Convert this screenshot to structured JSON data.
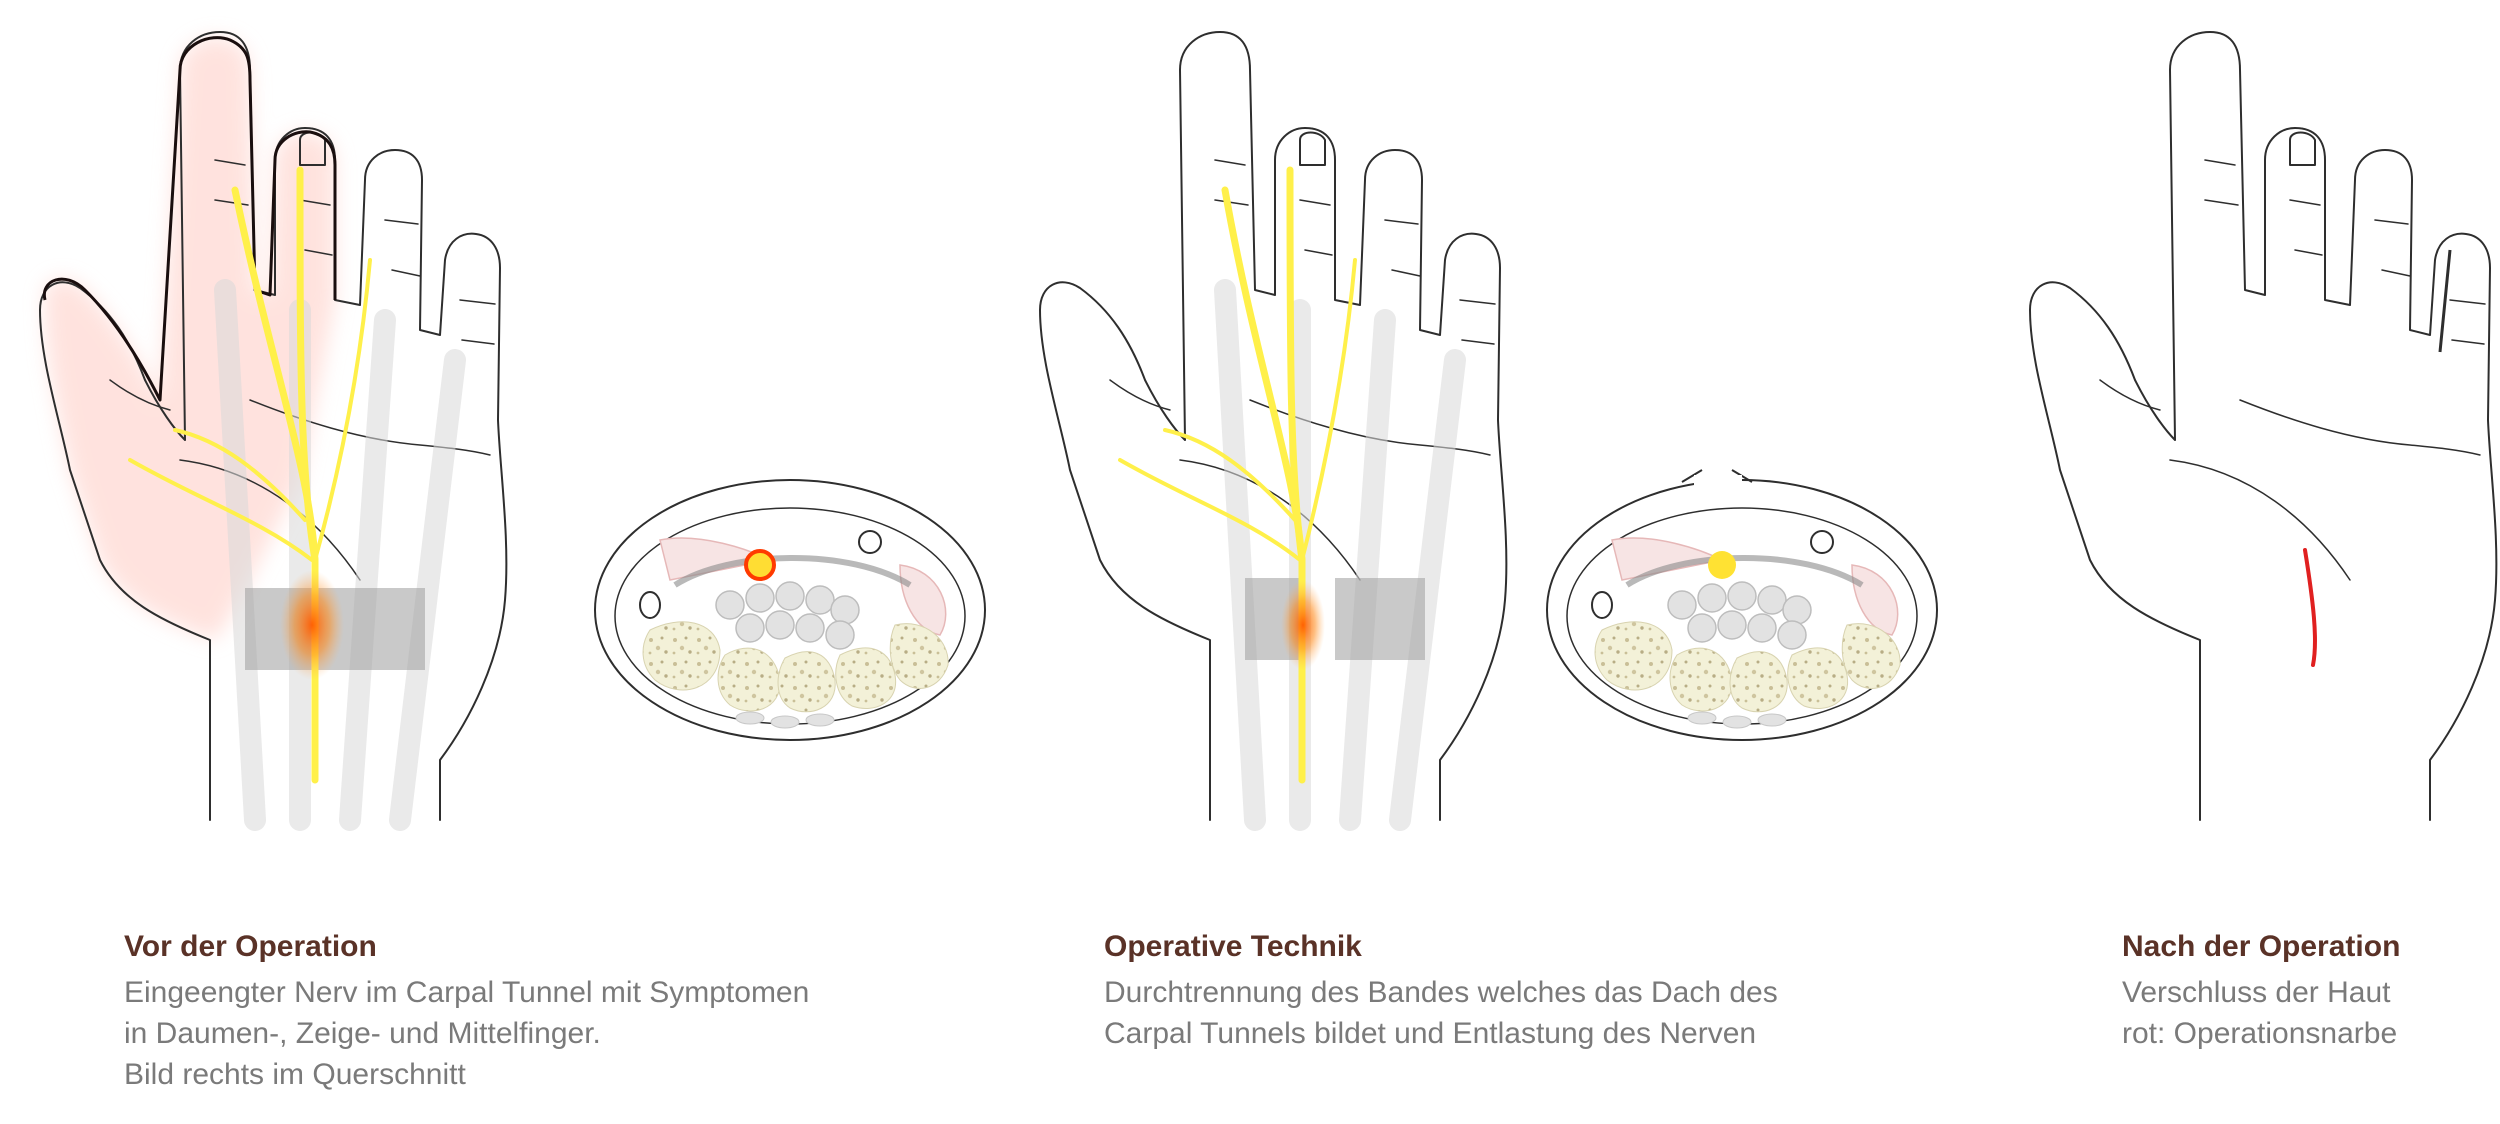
{
  "colors": {
    "title": "#5a3227",
    "body_text": "#7a7a7a",
    "outline": "#2e2e2e",
    "nerve": "#fff04a",
    "inflammation": "#ff6a00",
    "scar": "#e02020",
    "bone": "#f3f1d8"
  },
  "panels": [
    {
      "title": "Vor der Operation",
      "lines": [
        "Eingeengter Nerv im Carpal Tunnel mit Symptomen",
        "in Daumen-, Zeige- und Mittelfinger.",
        "Bild rechts im Querschnitt"
      ]
    },
    {
      "title": "Operative Technik",
      "lines": [
        "Durchtrennung des Bandes welches das Dach des",
        "Carpal Tunnels bildet und Entlastung des Nerven"
      ]
    },
    {
      "title": "Nach der Operation",
      "lines": [
        "Verschluss der Haut",
        "rot: Operationsnarbe"
      ]
    }
  ]
}
